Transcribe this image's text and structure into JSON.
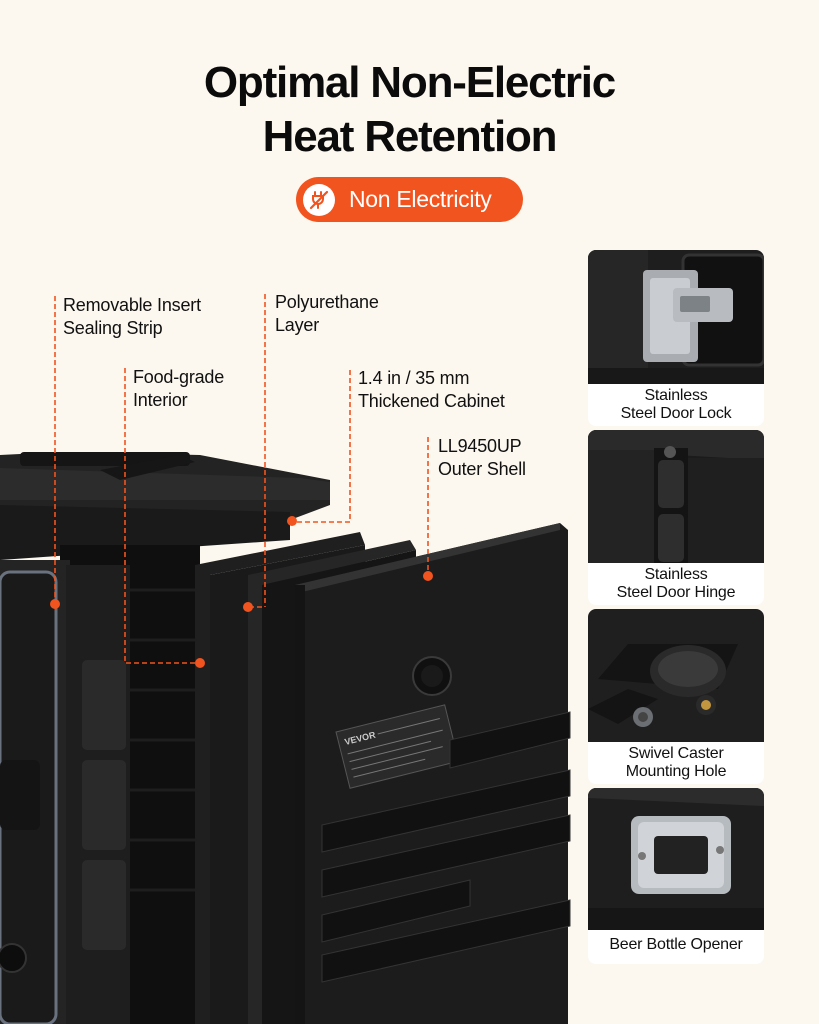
{
  "title": {
    "line1": "Optimal Non-Electric",
    "line2": "Heat Retention"
  },
  "badge": {
    "label": "Non Electricity",
    "icon": "no-plug-icon",
    "color": "#f1541f"
  },
  "callouts": [
    {
      "line1": "Removable Insert",
      "line2": "Sealing Strip"
    },
    {
      "line1": "Polyurethane",
      "line2": "Layer"
    },
    {
      "line1": "Food-grade",
      "line2": "Interior"
    },
    {
      "line1": "1.4 in / 35 mm",
      "line2": "Thickened Cabinet"
    },
    {
      "line1": "LL9450UP",
      "line2": "Outer Shell"
    }
  ],
  "product": {
    "brand": "VEVOR"
  },
  "features": [
    {
      "line1": "Stainless",
      "line2": "Steel Door Lock"
    },
    {
      "line1": "Stainless",
      "line2": "Steel Door Hinge"
    },
    {
      "line1": "Swivel Caster",
      "line2": "Mounting Hole"
    },
    {
      "line1": "Beer Bottle Opener",
      "line2": ""
    }
  ],
  "colors": {
    "background": "#fcf8ef",
    "accent": "#f1541f",
    "cabinet": "#1c1c1c"
  }
}
